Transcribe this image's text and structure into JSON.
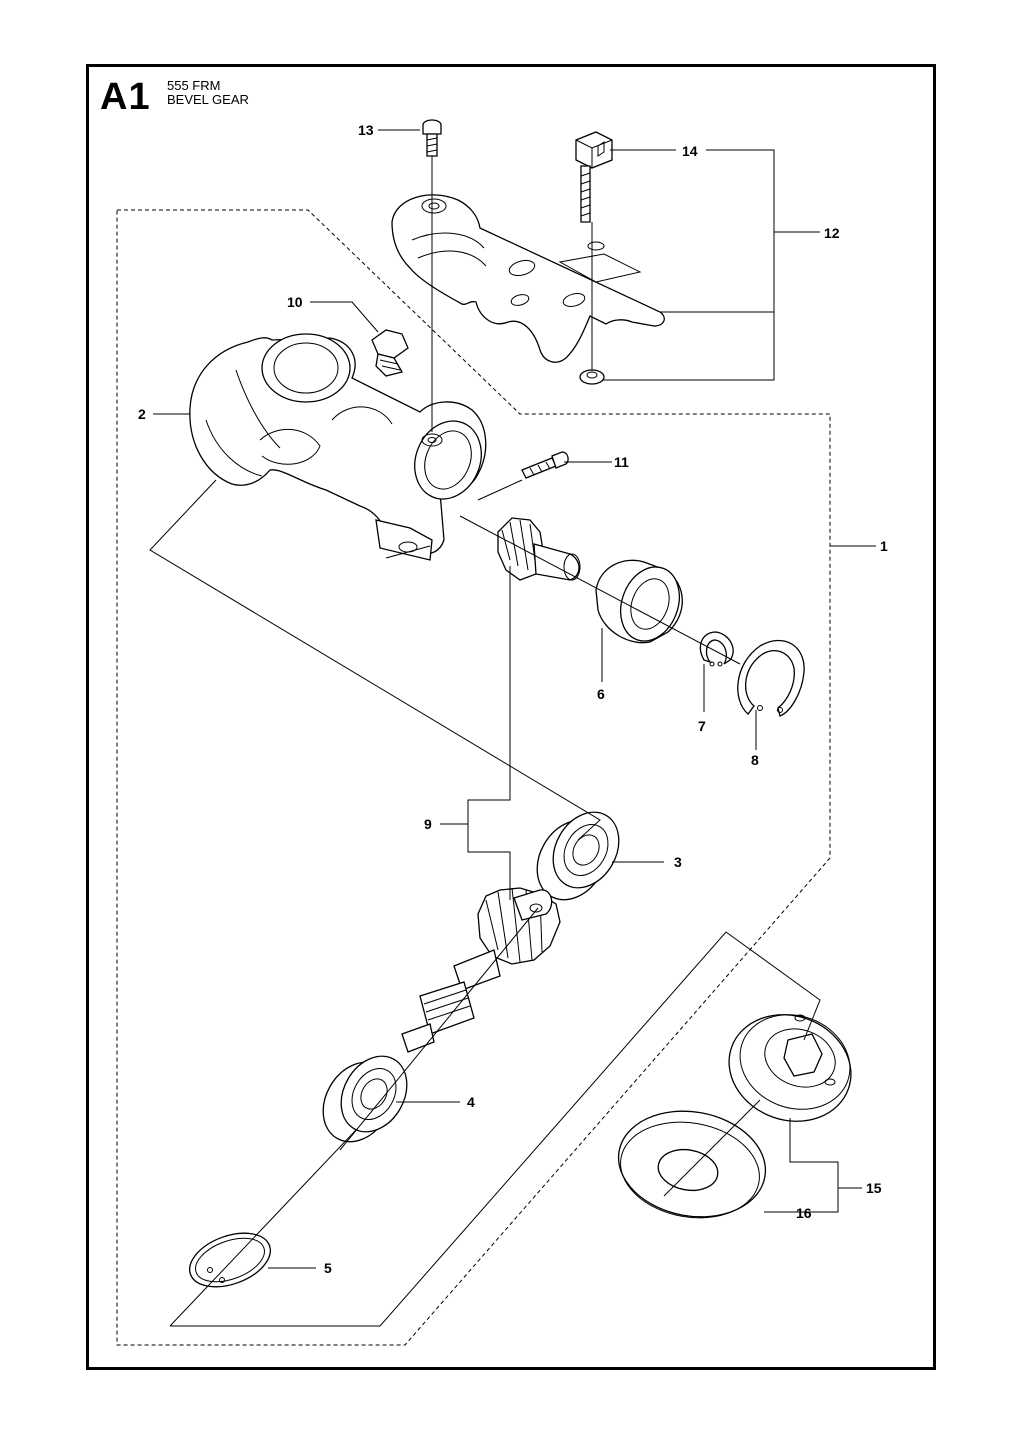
{
  "header": {
    "section_code": "A1",
    "model": "555 FRM",
    "title": "BEVEL GEAR"
  },
  "callouts": {
    "c1": "1",
    "c2": "2",
    "c3": "3",
    "c4": "4",
    "c5": "5",
    "c6": "6",
    "c7": "7",
    "c8": "8",
    "c9": "9",
    "c10": "10",
    "c11": "11",
    "c12": "12",
    "c13": "13",
    "c14": "14",
    "c15": "15",
    "c16": "16"
  }
}
